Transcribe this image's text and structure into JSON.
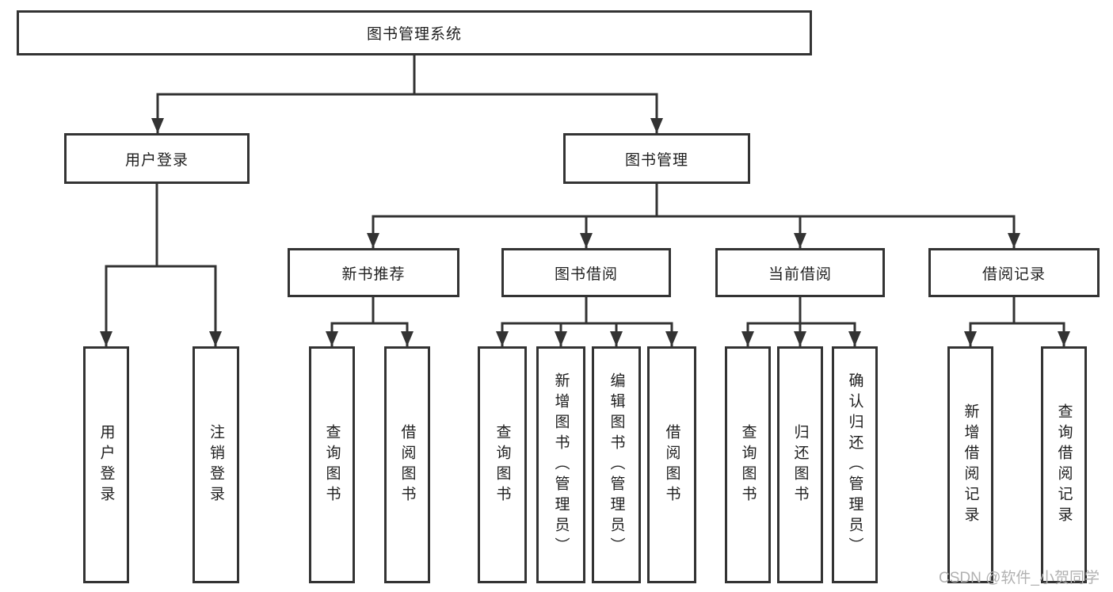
{
  "diagram": {
    "title_node": {
      "label": "图书管理系统"
    },
    "level2": [
      {
        "id": "user-login",
        "label": "用户登录"
      },
      {
        "id": "book-management",
        "label": "图书管理"
      }
    ],
    "level3": [
      {
        "id": "new-book-recommend",
        "label": "新书推荐"
      },
      {
        "id": "book-borrow",
        "label": "图书借阅"
      },
      {
        "id": "current-borrow",
        "label": "当前借阅"
      },
      {
        "id": "borrow-records",
        "label": "借阅记录"
      }
    ],
    "leaves": {
      "user_login": [
        {
          "label": "用户登录"
        },
        {
          "label": "注销登录"
        }
      ],
      "new_book": [
        {
          "label": "查询图书"
        },
        {
          "label": "借阅图书"
        }
      ],
      "borrow": [
        {
          "label": "查询图书"
        },
        {
          "label": "新增图书（管理员）"
        },
        {
          "label": "编辑图书（管理员）"
        },
        {
          "label": "借阅图书"
        }
      ],
      "current": [
        {
          "label": "查询图书"
        },
        {
          "label": "归还图书"
        },
        {
          "label": "确认归还（管理员）"
        }
      ],
      "records": [
        {
          "label": "新增借阅记录"
        },
        {
          "label": "查询借阅记录"
        }
      ]
    },
    "colors": {
      "line": "#333333",
      "box_border": "#333333",
      "box_fill": "#ffffff",
      "text": "#1f1f1f",
      "background": "#ffffff",
      "watermark": "#b1b1b1"
    }
  },
  "watermark": {
    "text": "CSDN @软件_小贺同学"
  }
}
